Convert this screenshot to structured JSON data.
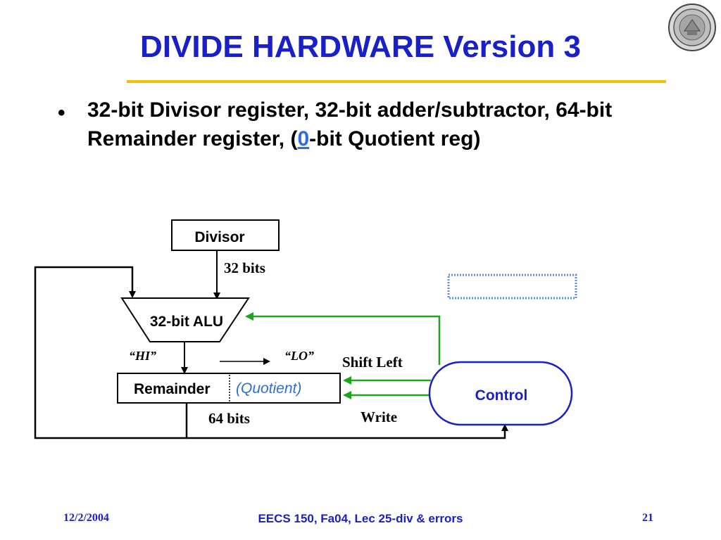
{
  "slide": {
    "title": "DIVIDE HARDWARE Version 3",
    "bullet": {
      "text_before": "32-bit Divisor register, 32-bit adder/subtractor, 64-bit Remainder register,  (",
      "highlight": "0",
      "text_after": "-bit Quotient reg)"
    }
  },
  "diagram": {
    "divisor_label": "Divisor",
    "divisor_width_label": "32 bits",
    "alu_label": "32-bit ALU",
    "hi_label": "“HI”",
    "lo_label": "“LO”",
    "shift_left_label": "Shift Left",
    "remainder_label": "Remainder",
    "quotient_label": "(Quotient)",
    "remainder_width_label": "64 bits",
    "write_label": "Write",
    "control_label": "Control"
  },
  "footer": {
    "date": "12/2/2004",
    "course": "EECS 150, Fa04, Lec 25-div & errors",
    "page": "21"
  },
  "colors": {
    "title": "#1a20c8",
    "rule": "#f2c200",
    "control_lines": "#1aa81a",
    "control_border": "#1a20c8",
    "quotient_text": "#2e6be6"
  }
}
